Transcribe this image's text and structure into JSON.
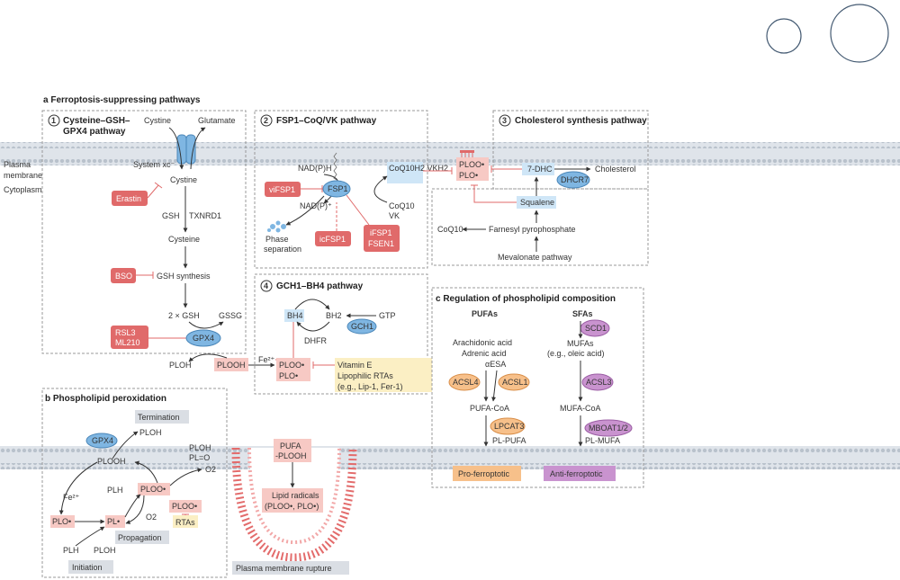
{
  "panel_a": {
    "title": "a  Ferroptosis-suppressing pathways",
    "box1_title_1": "Cysteine–GSH–",
    "box1_title_2": "GPX4 pathway",
    "box2_title": "FSP1–CoQ/VK pathway",
    "box3_title": "Cholesterol synthesis pathway",
    "box4_title": "GCH1–BH4 pathway",
    "num1": "1",
    "num2": "2",
    "num3": "3",
    "num4": "4",
    "membrane_1": "Plasma",
    "membrane_2": "membrane",
    "cytoplasm": "Cytoplasm",
    "cystine_top": "Cystine",
    "glutamate": "Glutamate",
    "system_xc": "System xc⁻",
    "cystine": "Cystine",
    "erastin": "Erastin",
    "gsh": "GSH",
    "txnrd1": "TXNRD1",
    "cysteine": "Cysteine",
    "bso": "BSO",
    "gsh_synthesis": "GSH synthesis",
    "two_gsh": "2 × GSH",
    "gssg": "GSSG",
    "rsl3": "RSL3",
    "ml210": "ML210",
    "gpx4": "GPX4",
    "ploh": "PLOH",
    "plooh": "PLOOH",
    "fe2": "Fe²⁺",
    "nadph": "NAD(P)H",
    "nadp": "NAD(P)⁺",
    "vifsp1": "viFSP1",
    "fsp1": "FSP1",
    "coq10h2_vkh2": "CoQ10H2 VKH2",
    "coq10_1": "CoQ10",
    "vk": "VK",
    "phase_1": "Phase",
    "phase_2": "separation",
    "icfsp1": "icFSP1",
    "ifsp1": "iFSP1",
    "fsen1": "FSEN1",
    "ploo_plo_1": "PLOO•",
    "ploo_plo_2": "PLO•",
    "seven_dhc": "7-DHC",
    "cholesterol": "Cholesterol",
    "dhcr7": "DHCR7",
    "squalene": "Squalene",
    "coq10_2": "CoQ10",
    "farnesyl": "Farnesyl pyrophosphate",
    "mevalonate": "Mevalonate pathway",
    "bh4": "BH4",
    "bh2": "BH2",
    "gtp": "GTP",
    "gch1": "GCH1",
    "dhfr": "DHFR",
    "ploo_b": "PLOO•",
    "plo_b": "PLO•",
    "vitamin_e": "Vitamin E",
    "lipo_rtas": "Lipophilic RTAs",
    "lip_examples": "(e.g., Lip-1, Fer-1)"
  },
  "panel_b": {
    "title": "b  Phospholipid peroxidation",
    "termination": "Termination",
    "ploh_top": "PLOH",
    "gpx4": "GPX4",
    "plooh": "PLOOH",
    "ploh_r": "PLOH",
    "pl_o": "PL=O",
    "o2_r": "O2",
    "plh_mid": "PLH",
    "ploo_mid": "PLOO•",
    "fe2": "Fe²⁺",
    "ploo_r": "PLOO•",
    "rtas": "RTAs",
    "plo": "PLO•",
    "pl": "PL•",
    "o2_b": "O2",
    "propagation": "Propagation",
    "plh_b": "PLH",
    "ploh_b": "PLOH",
    "initiation": "Initiation",
    "pufa_plooh_1": "PUFA",
    "pufa_plooh_2": "-PLOOH",
    "lipid_radicals_1": "Lipid radicals",
    "lipid_radicals_2": "(PLOO•, PLO•)",
    "rupture": "Plasma membrane rupture"
  },
  "panel_c": {
    "title": "c  Regulation of phospholipid composition",
    "pufas": "PUFAs",
    "sfas": "SFAs",
    "arachidonic": "Arachidonic acid",
    "adrenic": "Adrenic acid",
    "aesa": "αESA",
    "acsl4": "ACSL4",
    "acsl1": "ACSL1",
    "pufa_coa": "PUFA-CoA",
    "lpcat3": "LPCAT3",
    "pl_pufa": "PL-PUFA",
    "scd1": "SCD1",
    "mufas": "MUFAs",
    "oleic": "(e.g., oleic acid)",
    "acsl3": "ACSL3",
    "mufa_coa": "MUFA-CoA",
    "mboat": "MBOAT1/2",
    "pl_mufa": "PL-MUFA",
    "pro": "Pro-ferroptotic",
    "anti": "Anti-ferroptotic"
  },
  "colors": {
    "inhibitor_red": "#e06a6a",
    "radical_pink": "#f7c9c4",
    "enzyme_blue": "#7fb6e2",
    "metabolite_blue": "#cfe6f7",
    "rta_yellow": "#fbefc4",
    "pro_orange": "#f7c08a",
    "anti_purple": "#c993cf",
    "membrane_grey": "#dfe4ea",
    "label_grey": "#dadee4"
  }
}
